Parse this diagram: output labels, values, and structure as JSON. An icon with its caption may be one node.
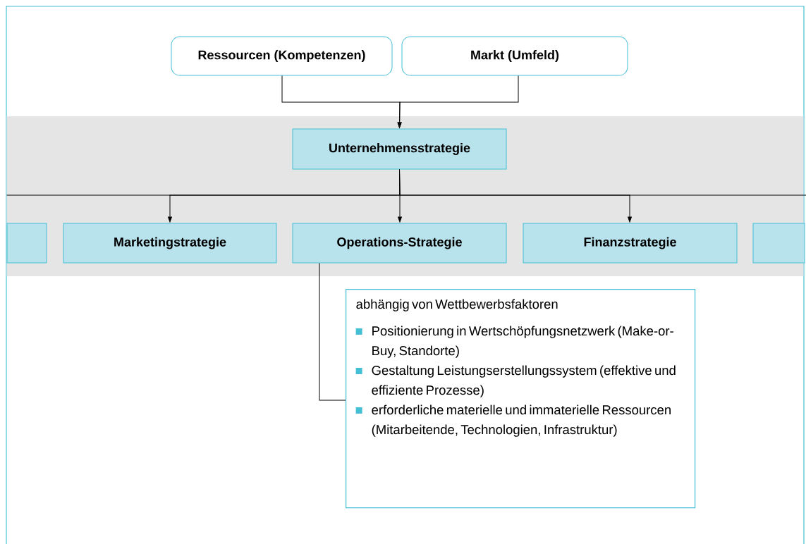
{
  "diagram": {
    "nodes": [
      {
        "text": [
          "Ressourcen (Kompetenzen)"
        ]
      },
      {
        "text": [
          "Markt (Umfeld)"
        ]
      },
      {
        "text": [
          "Unternehmensstrategie"
        ]
      },
      {
        "text": [],
        "shape": "box"
      },
      {
        "text": [
          "Marketingstrategie"
        ]
      },
      {
        "text": [
          "Operations-Strategie"
        ]
      },
      {
        "text": [
          "Finanzstrategie"
        ]
      },
      {
        "text": [],
        "shape": "box"
      },
      {
        "text": [
          "abhängig von Wettbewerbsfaktoren",
          "Positionierung in Wertschöpfungsnetzwerk (Make-or-Buy, Standorte)",
          "Gestaltung Leistungserstellungssystem (effektive und effiziente Prozesse)",
          "erforderliche materielle und immaterielle Ressourcen (Mitarbeitende, Technologien, Infrastruktur)"
        ]
      }
    ],
    "edges": [
      {
        "from": 0,
        "to": 2,
        "arrow": "to"
      },
      {
        "from": 1,
        "to": 2,
        "arrow": "to"
      },
      {
        "from": 2,
        "to": 4,
        "arrow": "to"
      },
      {
        "from": 2,
        "to": 5,
        "arrow": "to"
      },
      {
        "from": 2,
        "to": 6,
        "arrow": "to"
      },
      {
        "from": 5,
        "to": 8,
        "arrow": "none"
      }
    ]
  }
}
